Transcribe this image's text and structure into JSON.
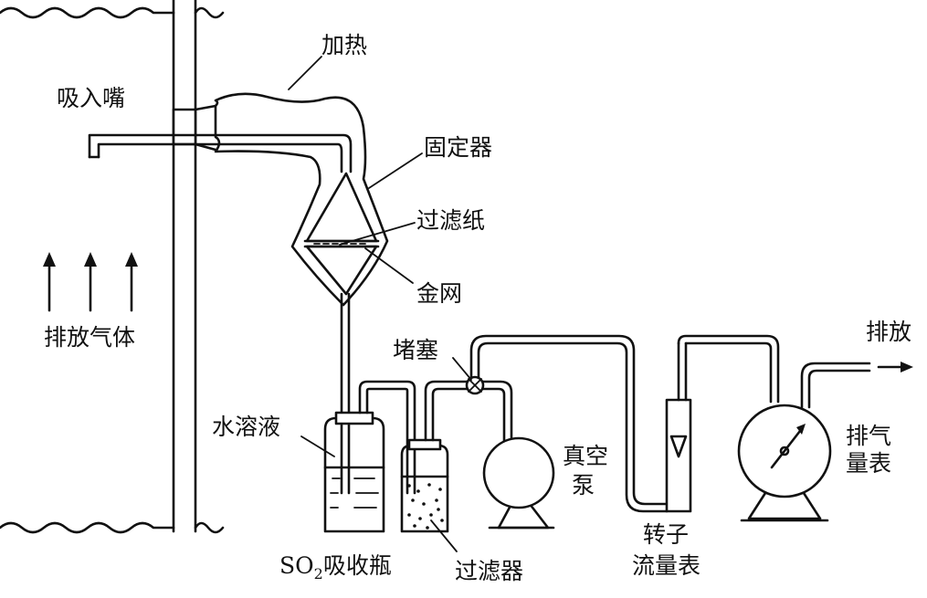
{
  "labels": {
    "heating": "加热",
    "nozzle": "吸入嘴",
    "holder": "固定器",
    "filter_paper": "过滤纸",
    "gauze": "金网",
    "exhaust_gas": "排放气体",
    "plug": "堵塞",
    "discharge": "排放",
    "solution": "水溶液",
    "vacuum_pump_line1": "真空",
    "vacuum_pump_line2": "泵",
    "gas_meter_line1": "排气",
    "gas_meter_line2": "量表",
    "so2_prefix": "SO",
    "so2_subscript": "2",
    "so2_suffix": "吸收瓶",
    "filter": "过滤器",
    "rotameter_line1": "转子",
    "rotameter_line2": "流量表"
  },
  "colors": {
    "line": "#111111",
    "background": "#ffffff"
  }
}
